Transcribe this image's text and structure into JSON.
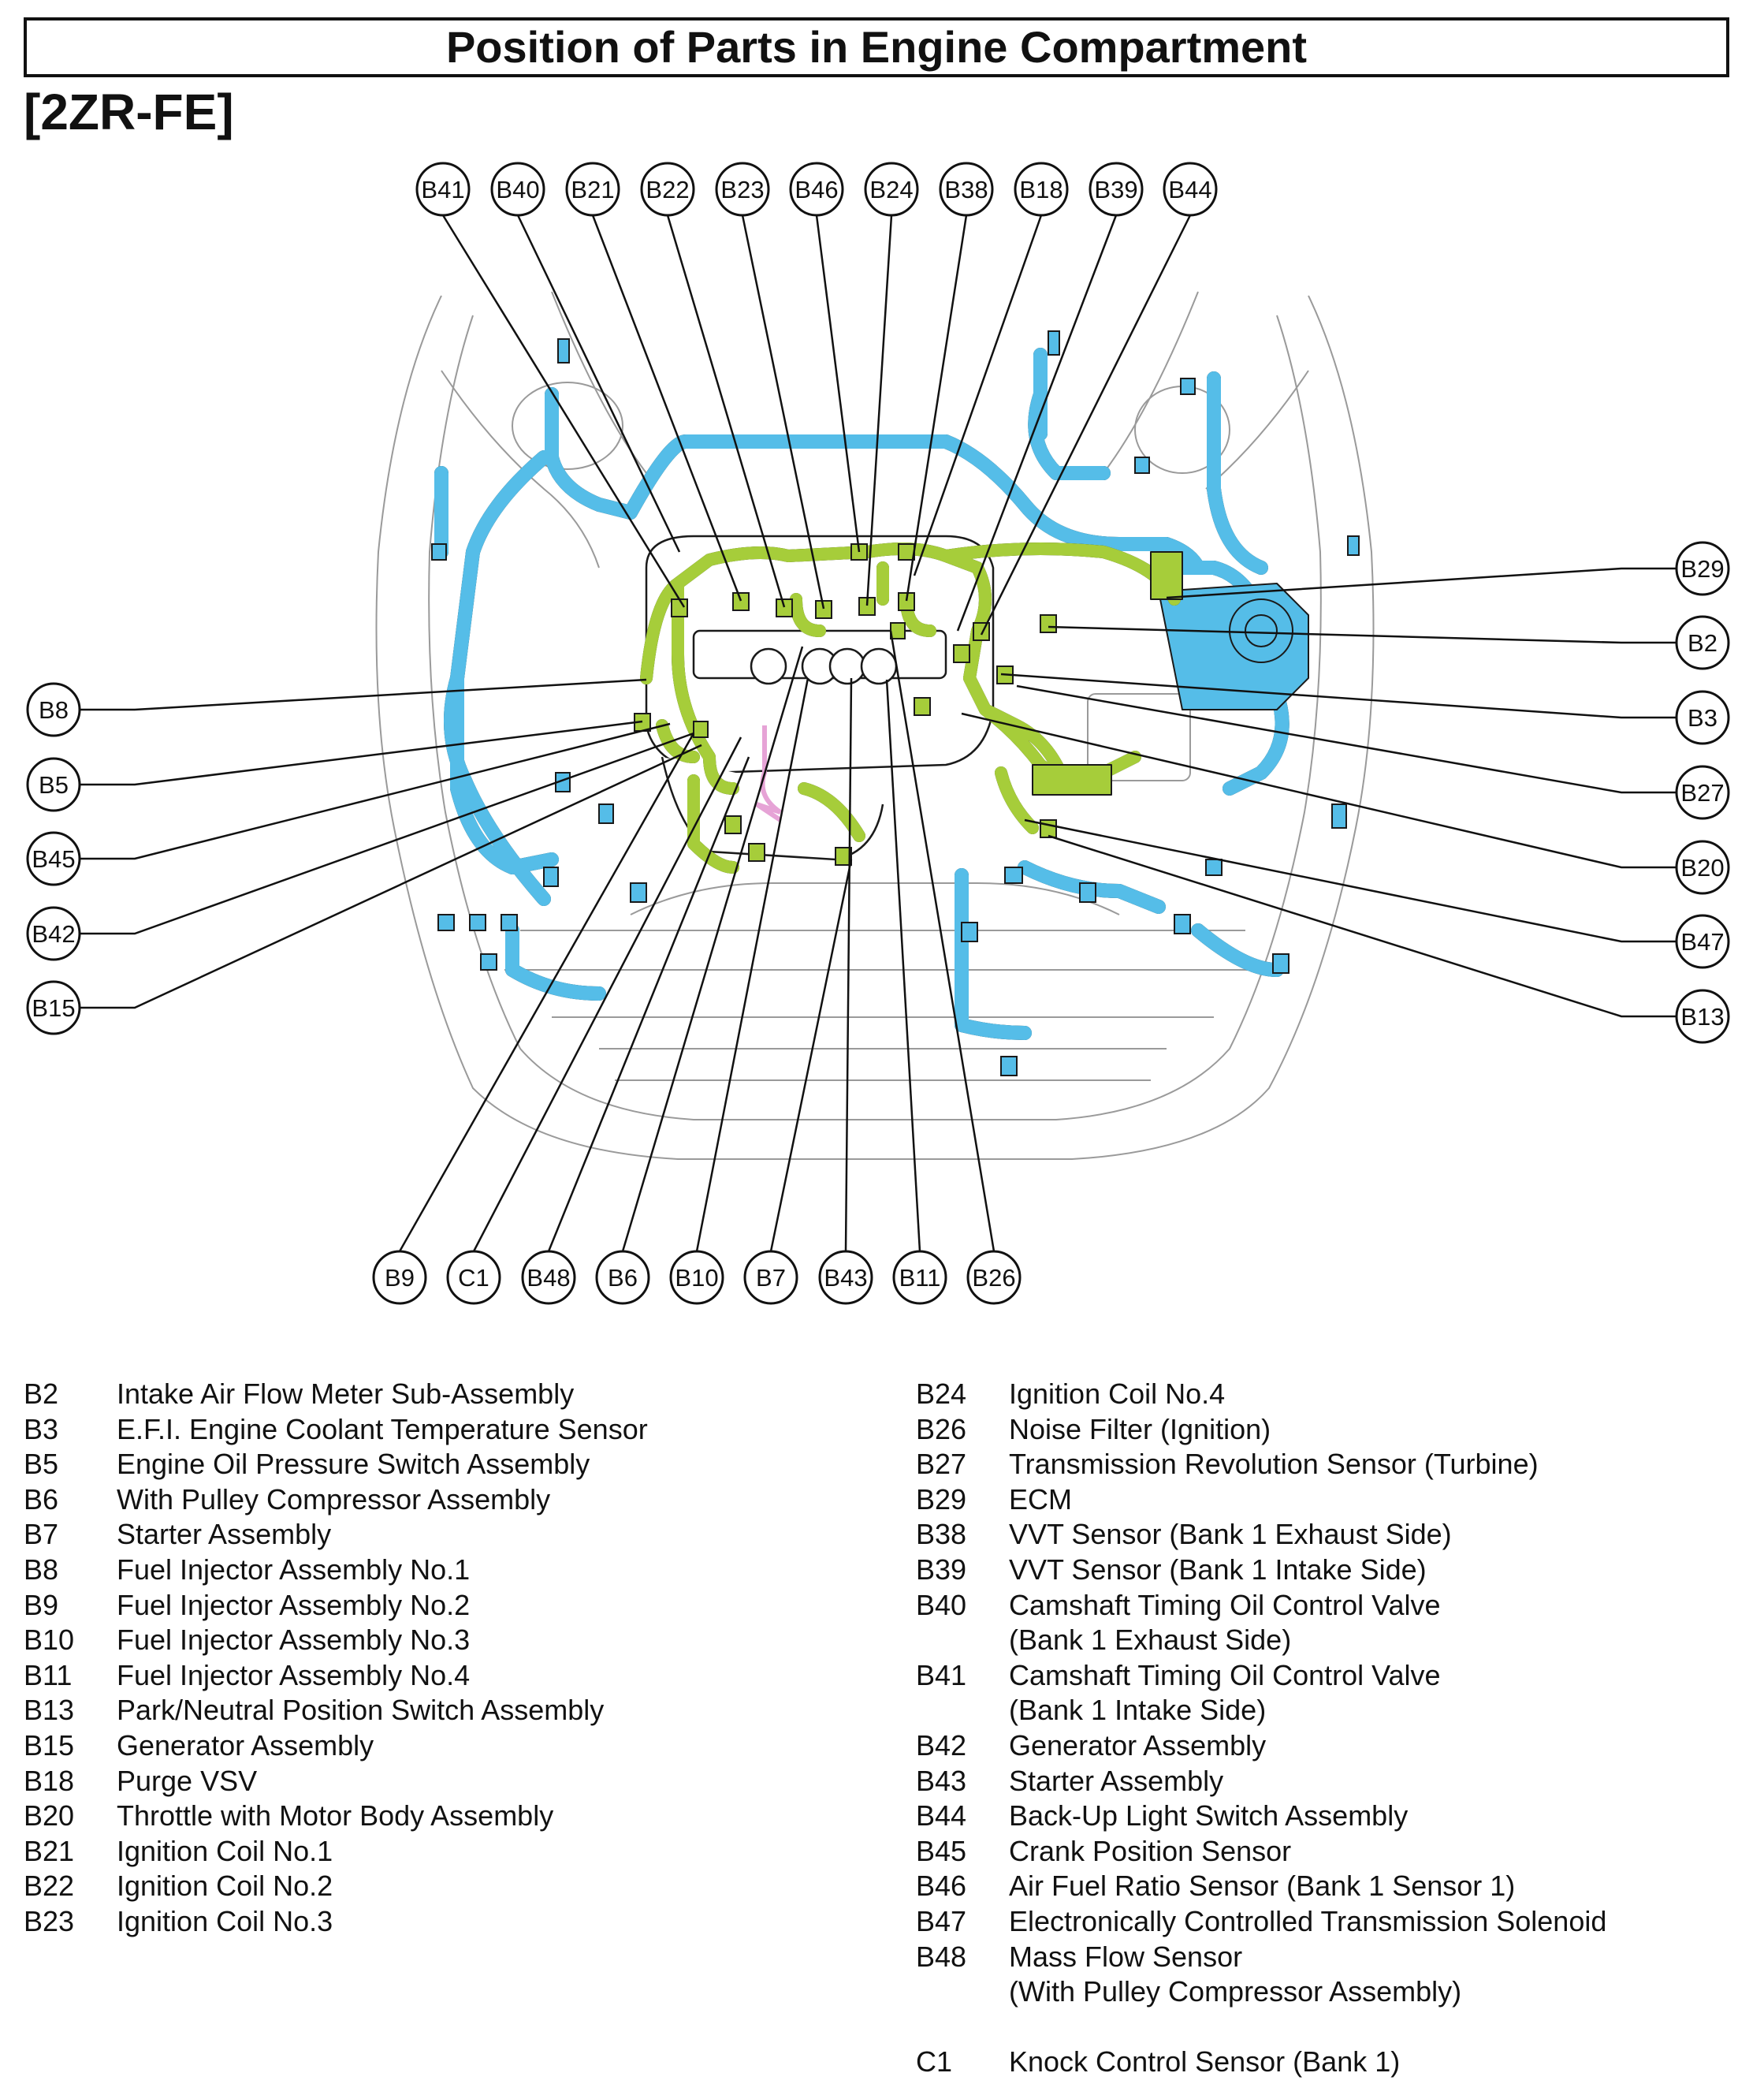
{
  "title": "Position of Parts in Engine Compartment",
  "engine_code": "[2ZR-FE]",
  "colors": {
    "harness_blue": "#55bde8",
    "harness_green": "#a6cd3a",
    "wire_pink": "#e6a3d6",
    "outline": "#1a1a1a",
    "body_line": "#9a9a9a"
  },
  "callouts": {
    "top": [
      "B41",
      "B40",
      "B21",
      "B22",
      "B23",
      "B46",
      "B24",
      "B38",
      "B18",
      "B39",
      "B44"
    ],
    "left": [
      "B8",
      "B5",
      "B45",
      "B42",
      "B15"
    ],
    "right": [
      "B29",
      "B2",
      "B3",
      "B27",
      "B20",
      "B47",
      "B13"
    ],
    "bottom": [
      "B9",
      "C1",
      "B48",
      "B6",
      "B10",
      "B7",
      "B43",
      "B11",
      "B26"
    ]
  },
  "legend_left": [
    {
      "code": "B2",
      "desc": "Intake Air Flow Meter Sub-Assembly"
    },
    {
      "code": "B3",
      "desc": "E.F.I. Engine Coolant Temperature Sensor"
    },
    {
      "code": "B5",
      "desc": "Engine Oil Pressure Switch Assembly"
    },
    {
      "code": "B6",
      "desc": "With Pulley Compressor Assembly"
    },
    {
      "code": "B7",
      "desc": "Starter Assembly"
    },
    {
      "code": "B8",
      "desc": "Fuel Injector Assembly No.1"
    },
    {
      "code": "B9",
      "desc": "Fuel Injector Assembly No.2"
    },
    {
      "code": "B10",
      "desc": "Fuel Injector Assembly No.3"
    },
    {
      "code": "B11",
      "desc": "Fuel Injector Assembly No.4"
    },
    {
      "code": "B13",
      "desc": "Park/Neutral Position Switch Assembly"
    },
    {
      "code": "B15",
      "desc": "Generator Assembly"
    },
    {
      "code": "B18",
      "desc": "Purge VSV"
    },
    {
      "code": "B20",
      "desc": "Throttle with Motor Body Assembly"
    },
    {
      "code": "B21",
      "desc": "Ignition Coil No.1"
    },
    {
      "code": "B22",
      "desc": "Ignition Coil No.2"
    },
    {
      "code": "B23",
      "desc": "Ignition Coil No.3"
    }
  ],
  "legend_right": [
    {
      "code": "B24",
      "desc": "Ignition Coil No.4"
    },
    {
      "code": "B26",
      "desc": "Noise Filter (Ignition)"
    },
    {
      "code": "B27",
      "desc": "Transmission Revolution Sensor (Turbine)"
    },
    {
      "code": "B29",
      "desc": "ECM"
    },
    {
      "code": "B38",
      "desc": "VVT Sensor (Bank 1 Exhaust Side)"
    },
    {
      "code": "B39",
      "desc": "VVT Sensor (Bank 1 Intake Side)"
    },
    {
      "code": "B40",
      "desc": "Camshaft Timing Oil Control Valve",
      "desc2": "(Bank 1 Exhaust Side)"
    },
    {
      "code": "B41",
      "desc": "Camshaft Timing Oil Control Valve",
      "desc2": "(Bank 1 Intake Side)"
    },
    {
      "code": "B42",
      "desc": "Generator Assembly"
    },
    {
      "code": "B43",
      "desc": "Starter Assembly"
    },
    {
      "code": "B44",
      "desc": "Back-Up Light Switch Assembly"
    },
    {
      "code": "B45",
      "desc": "Crank Position Sensor"
    },
    {
      "code": "B46",
      "desc": "Air Fuel Ratio Sensor (Bank 1 Sensor 1)"
    },
    {
      "code": "B47",
      "desc": "Electronically Controlled Transmission Solenoid"
    },
    {
      "code": "B48",
      "desc": "Mass Flow Sensor",
      "desc2": "(With Pulley Compressor Assembly)"
    },
    {
      "code": "C1",
      "desc": "Knock Control Sensor (Bank 1)",
      "gap_before": true
    }
  ]
}
